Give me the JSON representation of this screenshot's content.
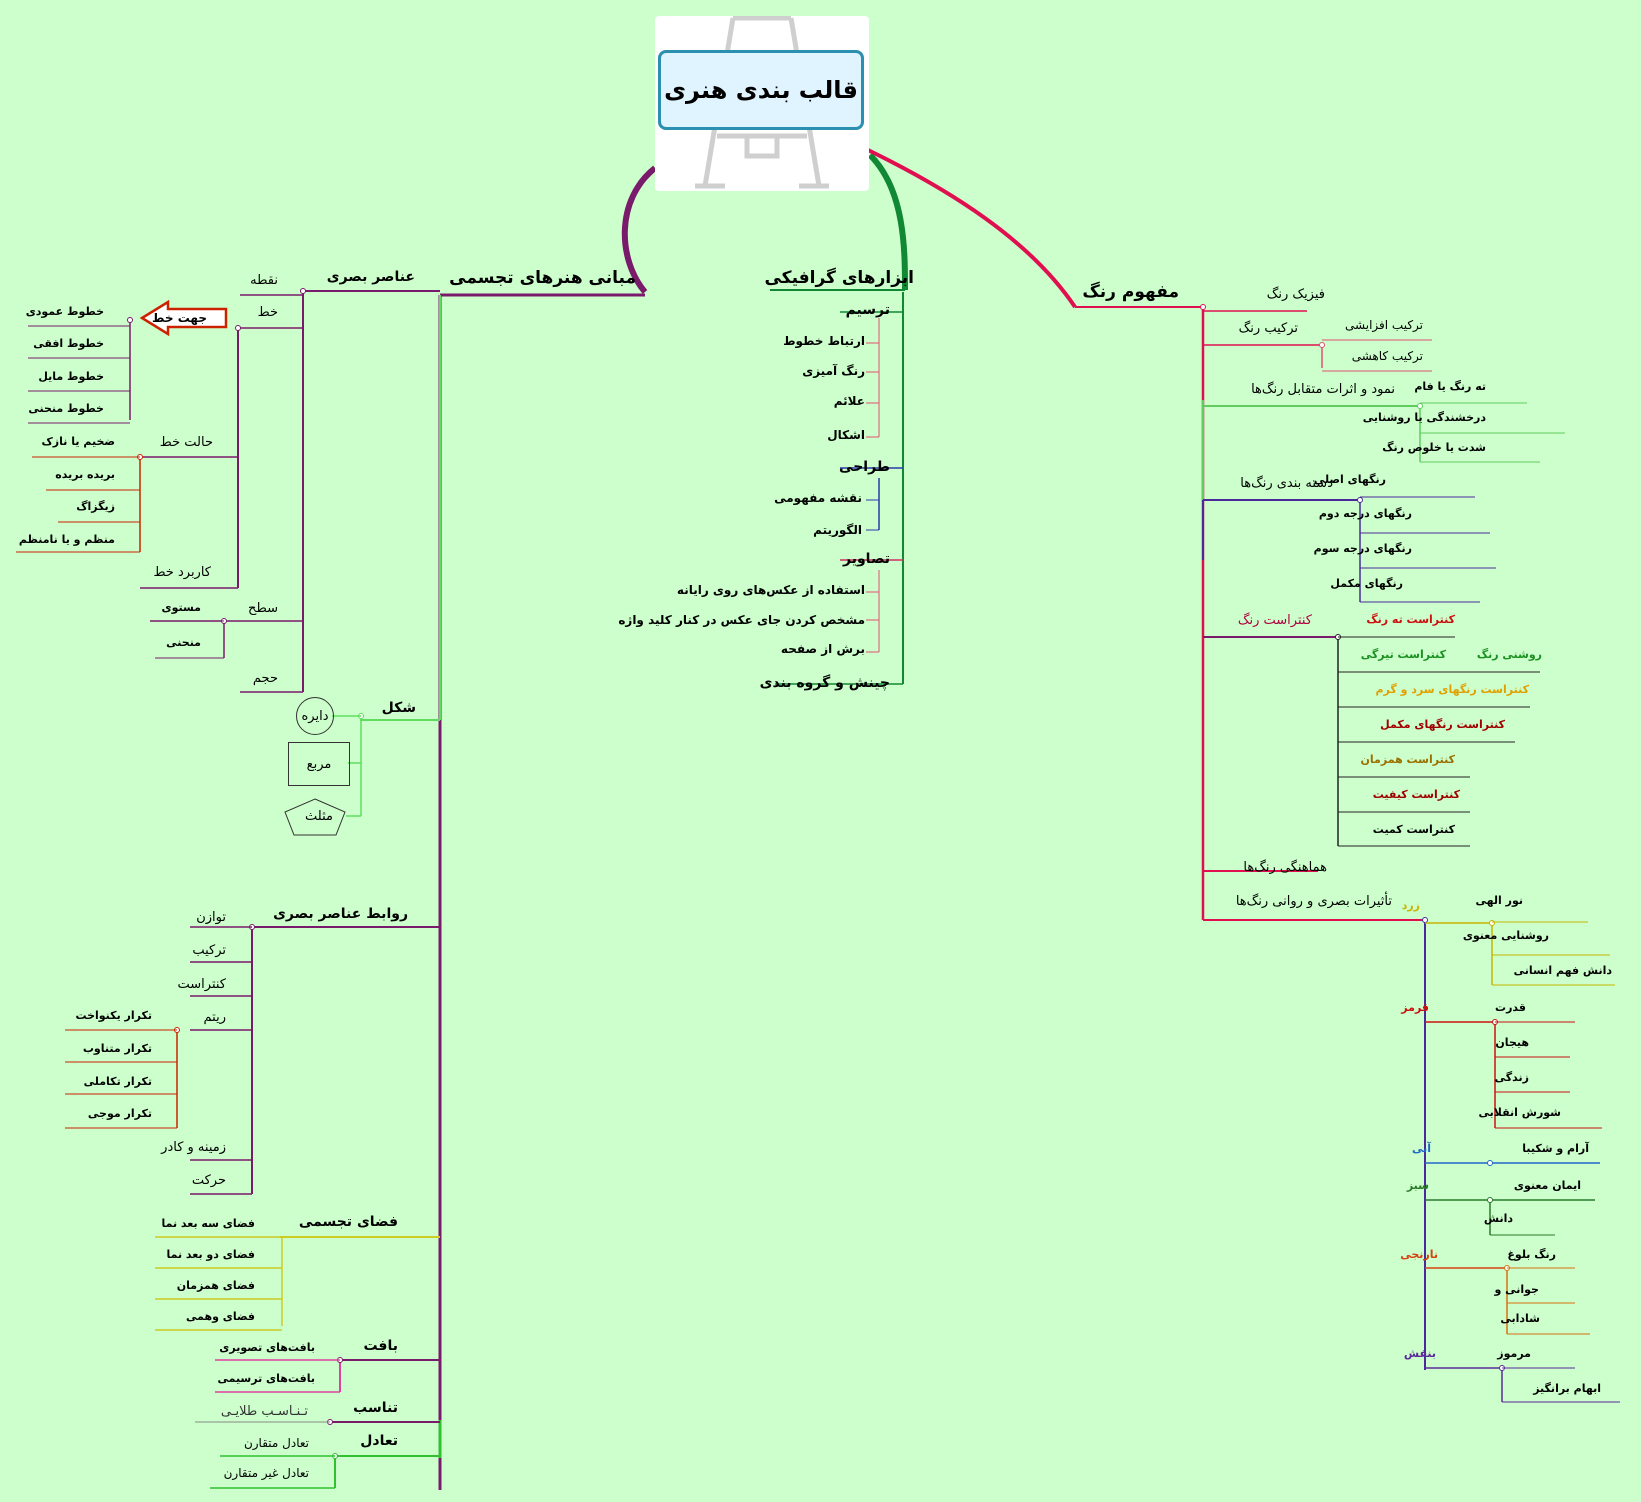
{
  "central": {
    "title": "قالب بندی هنری",
    "icon": "easel-icon"
  },
  "colors": {
    "background": "#ccffcc",
    "crimson": "#e01050",
    "purple": "#7a1a6a",
    "green": "#118833",
    "lightgreen": "#55cc55"
  },
  "branches": {
    "basics": {
      "title": "مبانی هنرهای تجسمی",
      "visual_elements": {
        "title": "عناصر بصری",
        "point": "نقطه",
        "line": "خط",
        "line_direction": "جهت خط",
        "directions": [
          "خطوط عمودی",
          "خطوط افقی",
          "خطوط مایل",
          "خطوط منحنی"
        ],
        "line_state": "حالت خط",
        "states": [
          "ضخیم یا نازک",
          "بریده بریده",
          "زیگزاگ",
          "منظم و یا نامنظم"
        ],
        "line_usage": "کاربرد خط",
        "surface": "سطح",
        "surfaces": [
          "مستوی",
          "منحنی"
        ],
        "volume": "حجم"
      },
      "shape": {
        "title": "شکل",
        "items": [
          "دایره",
          "مربع",
          "مثلث"
        ]
      },
      "relations": {
        "title": "روابط عناصر بصری",
        "items": [
          "توازن",
          "ترکیب",
          "کنتراست",
          "ریتم"
        ],
        "rhythm": [
          "تکرار یکنواخت",
          "تکرار متناوب",
          "تکرار تکاملی",
          "تکرار موجی"
        ],
        "more": [
          "زمینه و کادر",
          "حرکت"
        ]
      },
      "space": {
        "title": "فضای تجسمی",
        "items": [
          "فضای سه بعد نما",
          "فضای دو بعد نما",
          "فضای همزمان",
          "فضای وهمی"
        ]
      },
      "texture": {
        "title": "بافت",
        "items": [
          "بافت‌های تصویری",
          "بافت‌های ترسیمی"
        ]
      },
      "proportion": {
        "title": "تناسب",
        "items": [
          "تـنـاسـب طلایـی"
        ]
      },
      "balance": {
        "title": "تعادل",
        "items": [
          "تعادل متقارن",
          "تعادل غیر متقارن"
        ]
      }
    },
    "tools": {
      "title": "ابزارهای گرافیکی",
      "drawing": {
        "title": "ترسیم",
        "items": [
          "ارتباط خطوط",
          "رنگ آمیزی",
          "علائم",
          "اشکال"
        ]
      },
      "design": {
        "title": "طراحی",
        "items": [
          "نقشه مفهومی",
          "الگوریتم"
        ]
      },
      "images": {
        "title": "تصاویر",
        "items": [
          "استفاده از عکس‌های روی رایانه",
          "مشخص کردن جای عکس در کنار کلید واژه",
          "برش از صفحه"
        ]
      },
      "arrange": {
        "title": "چینش و گروه بندی"
      }
    },
    "color": {
      "title": "مفهوم رنگ",
      "physics": "فیزیک رنگ",
      "mixing": {
        "title": "ترکیب رنگ",
        "items": [
          "ترکیب افزایشی",
          "ترکیب کاهشی"
        ]
      },
      "appearance": {
        "title": "نمود و اثرات متقابل رنگ‌ها",
        "items": [
          "ته رنگ یا فام",
          "درخشندگی یا روشنایی",
          "شدت یا خلوص رنگ"
        ]
      },
      "classification": {
        "title": "دسته بندی رنگ‌ها",
        "items": [
          "رنگهای اصلی",
          "رنگهای درجه دوم",
          "رنگهای درجه سوم",
          "رنگهای مکمل"
        ]
      },
      "contrast": {
        "title": "کنتراست رنگ",
        "items": [
          "کنتراست ته رنگ",
          "کنتراست تیرگی",
          "روشنی رنگ",
          "کنتراست رنگهای سرد و گرم",
          "کنتراست رنگهای مکمل",
          "کنتراست همزمان",
          "کنتراست کیفیت",
          "کنتراست کمیت"
        ]
      },
      "harmony": "هماهنگی رنگ‌ها",
      "effects": {
        "title": "تأثیرات بصری و روانی رنگ‌ها",
        "yellow": {
          "name": "زرد",
          "items": [
            "نور الهی",
            "روشنایی معنوی",
            "دانش فهم انسانی"
          ]
        },
        "red": {
          "name": "قرمز",
          "items": [
            "قدرت",
            "هیجان",
            "زندگی",
            "شورش انقلابی"
          ]
        },
        "blue": {
          "name": "آبی",
          "items": [
            "آرام و شکیبا"
          ]
        },
        "green": {
          "name": "سبز",
          "items": [
            "ایمان معنوی",
            "دانش"
          ]
        },
        "orange": {
          "name": "نارنجی",
          "items": [
            "رنگ بلوغ",
            "جوانی و",
            "شادابی"
          ]
        },
        "violet": {
          "name": "بنفش",
          "items": [
            "مرموز",
            "ابهام برانگیز"
          ]
        }
      }
    }
  }
}
